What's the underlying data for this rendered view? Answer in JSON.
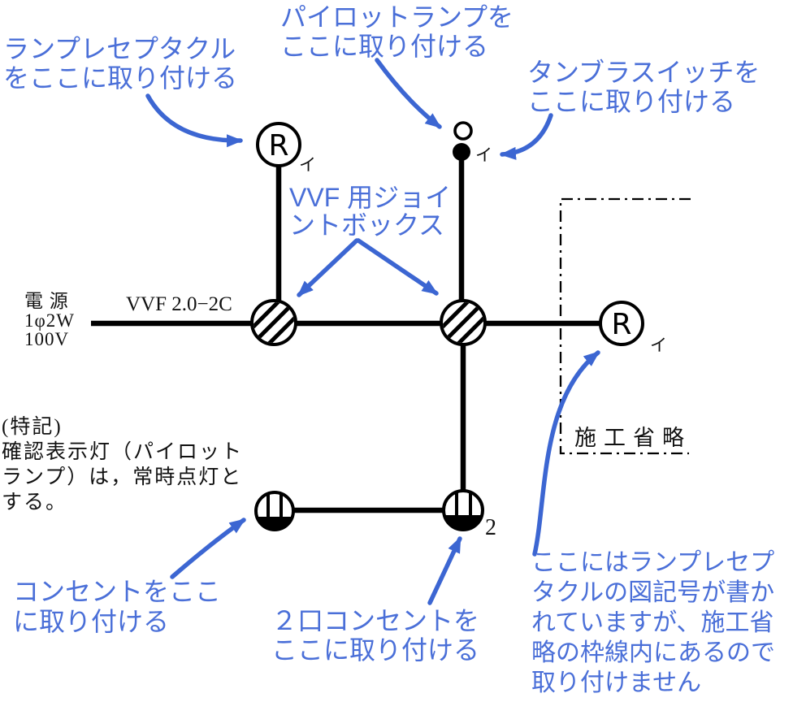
{
  "colors": {
    "annotation_blue": "#4a6fd8",
    "arrow_blue": "#3c66d2",
    "line_black": "#000000"
  },
  "annotations": {
    "lamp_receptacle": "ランプレセプタクル\nをここに取り付ける",
    "pilot_lamp": "パイロットランプを\nここに取り付ける",
    "tumbler_switch": "タンブラスイッチを\nここに取り付ける",
    "joint_box": "VVF 用ジョイ\nントボックス",
    "outlet": "コンセントをここ\nに取り付ける",
    "double_outlet": "２口コンセントを\nここに取り付ける",
    "omitted_receptacle": "ここにはランプレセプ\nタクルの図記号が書か\nれていますが、施工省\n略の枠線内にあるので\n取り付けません"
  },
  "diagram": {
    "power_source": "電 源\n1φ2W\n100V",
    "cable_label": "VVF 2.0−2C",
    "special_note": "(特記)\n確認表示灯（パイロット\nランプ）は，常時点灯と\nする。",
    "omission_label": "施工省略",
    "receptacle_letter": "R",
    "circuit_mark": "イ",
    "outlet_count": "2"
  }
}
